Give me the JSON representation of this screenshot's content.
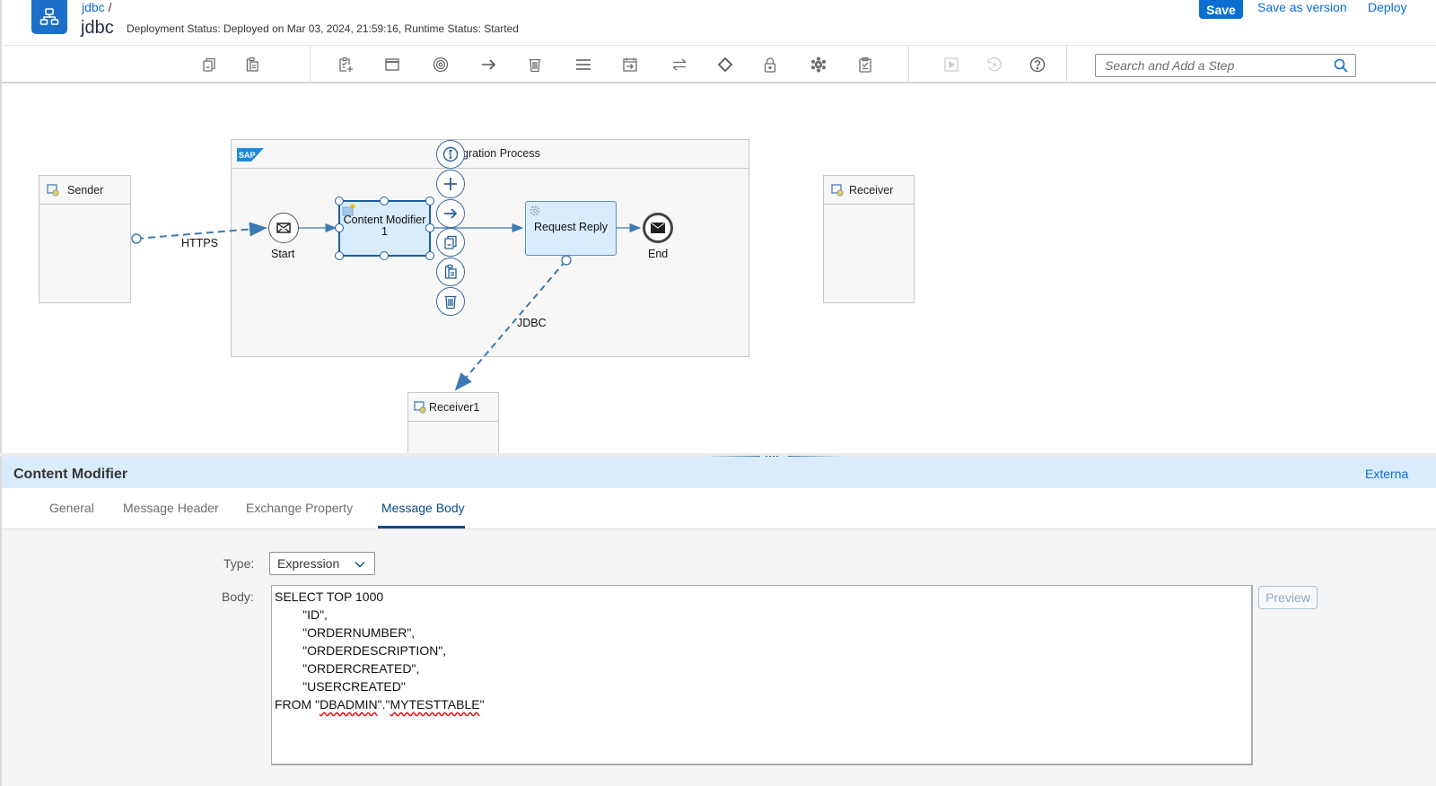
{
  "header": {
    "breadcrumb": "jdbc",
    "breadcrumb_sep": "/",
    "title": "jdbc",
    "deployment_status": "Deployment Status: Deployed on Mar 03, 2024, 21:59:16, Runtime Status: Started",
    "buttons": {
      "save": "Save",
      "save_as_version": "Save as version",
      "deploy": "Deploy"
    }
  },
  "toolbar": {
    "icons": [
      "copy-icon",
      "paste-icon",
      "add-step-icon",
      "window-icon",
      "target-icon",
      "arrow-right-icon",
      "trash-icon",
      "menu-icon",
      "calendar-arrow-icon",
      "swap-icon",
      "diamond-icon",
      "lock-icon",
      "gear-cluster-icon",
      "clipboard-check-icon",
      "play-icon",
      "undo-cancel-icon",
      "help-icon"
    ],
    "search_placeholder": "Search and Add a Step"
  },
  "canvas": {
    "integration_process_title": "gration Process",
    "sender": "Sender",
    "receiver": "Receiver",
    "receiver1": "Receiver1",
    "start_label": "Start",
    "end_label": "End",
    "content_modifier_line1": "Content Modifier",
    "content_modifier_line2": "1",
    "request_reply": "Request Reply",
    "https_label": "HTTPS",
    "jdbc_label": "JDBC",
    "context_actions": [
      "info",
      "add",
      "connect",
      "copy",
      "paste",
      "delete"
    ]
  },
  "properties": {
    "title": "Content Modifier",
    "external_link": "Externa",
    "tabs": [
      "General",
      "Message Header",
      "Exchange Property",
      "Message Body"
    ],
    "active_tab": "Message Body",
    "type_label": "Type:",
    "type_value": "Expression",
    "body_label": "Body:",
    "body_lines": [
      "SELECT TOP 1000",
      "        \"ID\",",
      "        \"ORDERNUMBER\",",
      "        \"ORDERDESCRIPTION\",",
      "        \"ORDERCREATED\",",
      "        \"USERCREATED\""
    ],
    "body_from_prefix": "FROM \"",
    "body_schema": "DBADMIN",
    "body_mid": "\".\"",
    "body_table": "MYTESTTABLE",
    "body_suffix": "\"",
    "preview_button": "Preview"
  },
  "colors": {
    "accent": "#0a6ed1",
    "step_fill": "#d8ecfb",
    "selected_border": "#1f5da0",
    "props_header_bg": "#d9ecfc"
  }
}
